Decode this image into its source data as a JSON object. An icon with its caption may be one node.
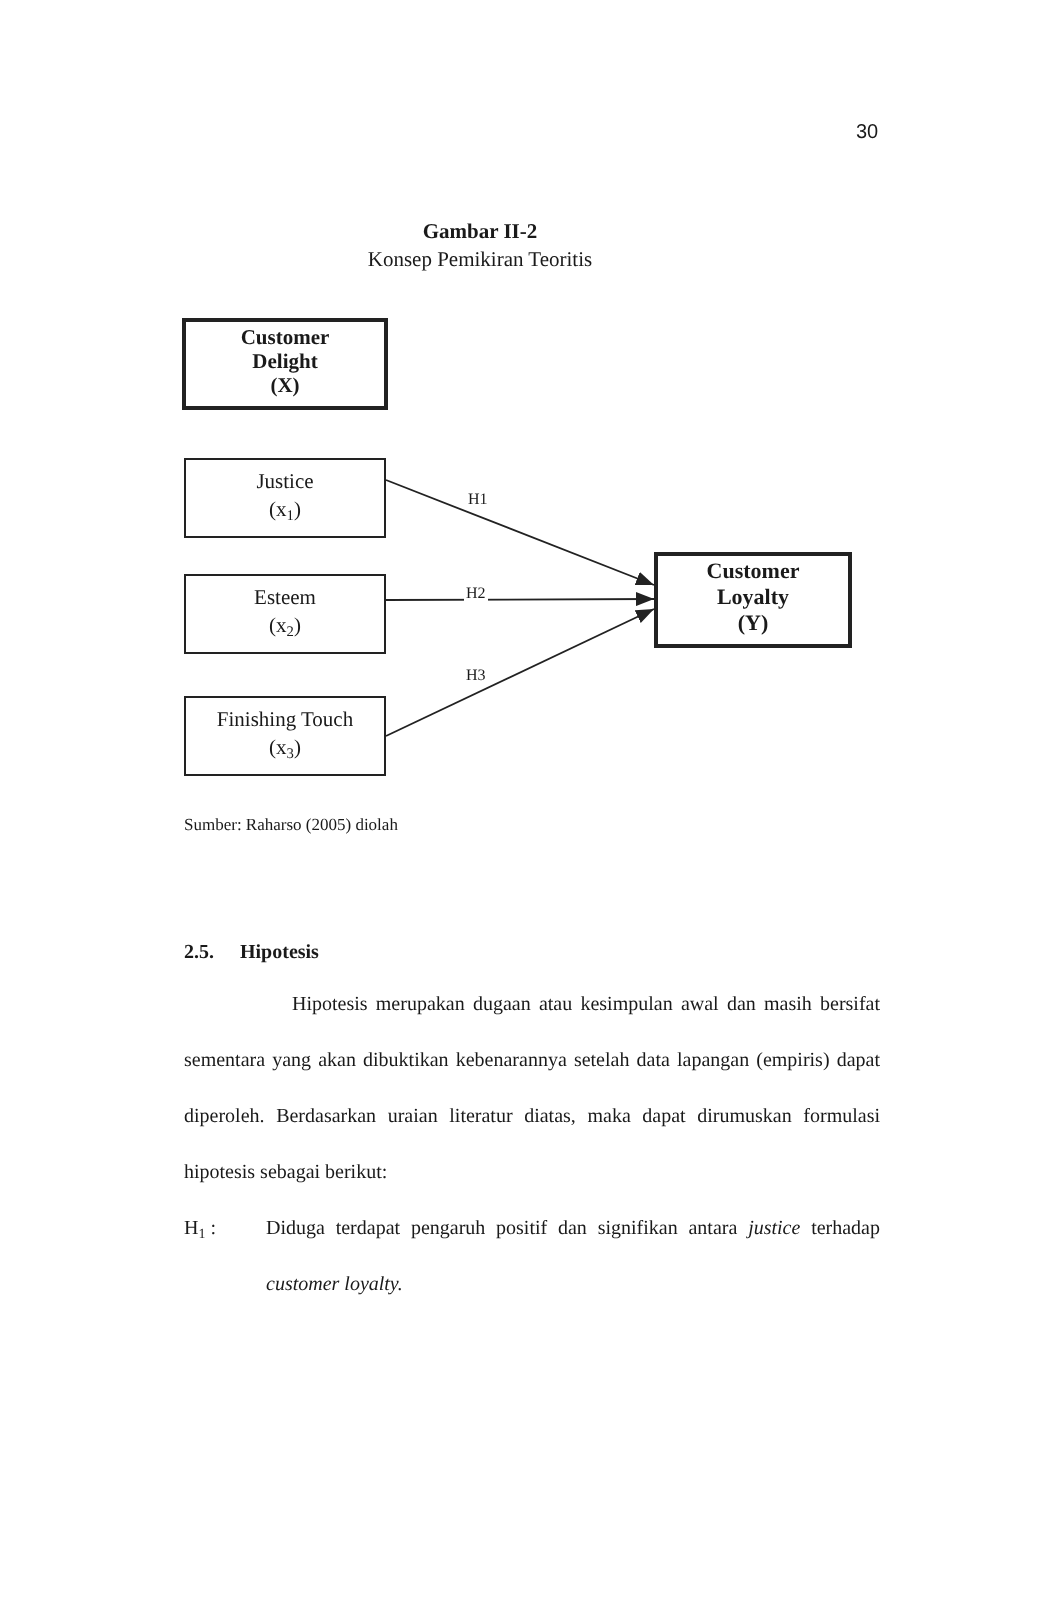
{
  "diagram": {
    "title": "Gambar II-2",
    "nodes": [
      {
        "text": [
          "Customer Delight (X)"
        ]
      },
      {
        "text": [
          "Justice (x$_{1}$)"
        ]
      },
      {
        "text": [
          "Esteem (x$_{2}$)"
        ]
      },
      {
        "text": [
          "Finishing Touch (x$_{3}$)"
        ]
      },
      {
        "text": [
          "Customer Loyalty (Y)"
        ]
      }
    ],
    "edges": [
      {
        "from": 1,
        "to": 4,
        "arrow": "to",
        "label": "H1"
      },
      {
        "from": 2,
        "to": 4,
        "arrow": "to",
        "label": "H2"
      },
      {
        "from": 3,
        "to": 4,
        "arrow": "to",
        "label": "H3"
      }
    ],
    "labels": [
      "30",
      "Konsep Pemikiran Teoritis",
      "Sumber: Raharso (2005) diolah",
      "2.5.",
      "Hipotesis",
      "Hipotesis merupakan dugaan atau kesimpulan awal dan masih bersifat sementara yang akan dibuktikan kebenarannya setelah data lapangan (empiris) dapat diperoleh. Berdasarkan uraian literatur diatas, maka dapat dirumuskan formulasi hipotesis sebagai berikut:",
      "H$_{1}$ :",
      "Diduga terdapat pengaruh positif dan signifikan antara *justice* terhadap *customer loyalty.*"
    ]
  }
}
